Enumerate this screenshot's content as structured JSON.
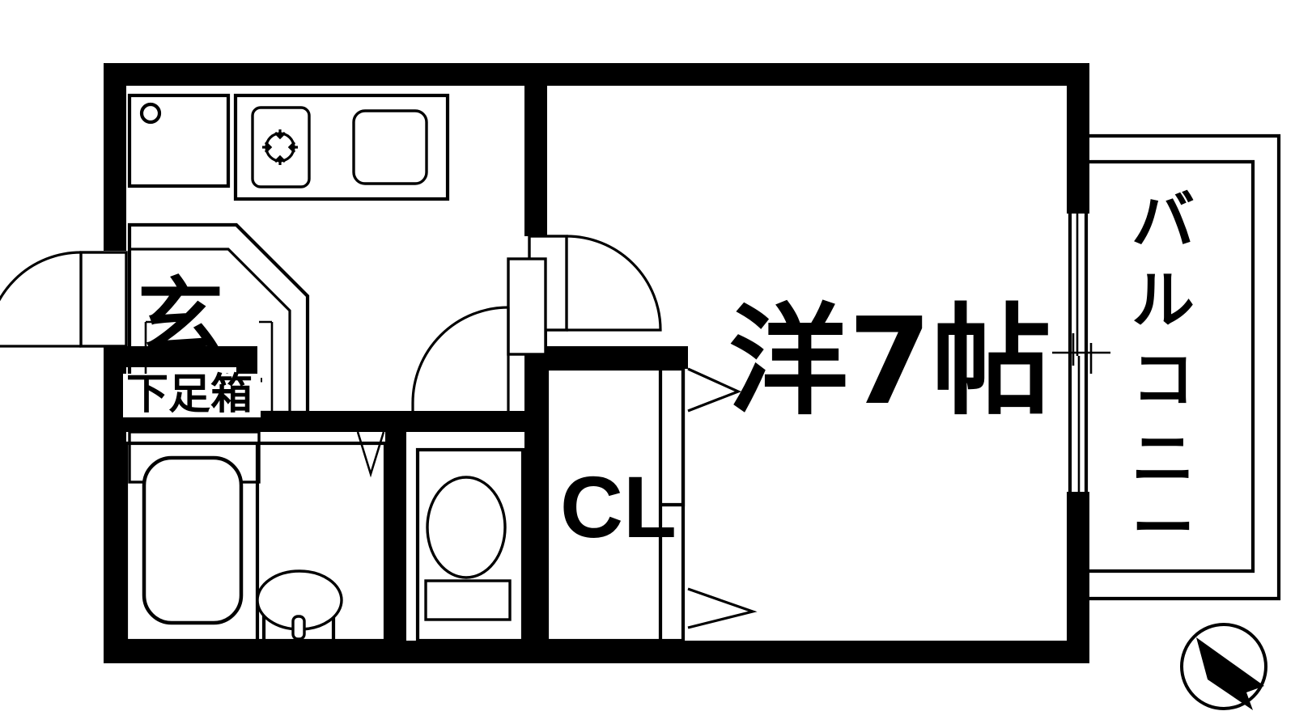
{
  "plan": {
    "title": "Apartment Floor Plan",
    "background_color": "#ffffff",
    "line_color": "#000000",
    "wall_color": "#000000"
  },
  "rooms": {
    "main_room": {
      "label": "洋7帖",
      "name": "western-style-room",
      "size_tatami": 7
    },
    "closet": {
      "label": "CL",
      "name": "closet"
    },
    "entrance": {
      "label": "玄",
      "name": "entrance-genkan"
    },
    "shoe_box": {
      "label": "下足箱",
      "name": "shoe-box"
    },
    "balcony": {
      "label": "バルコニー",
      "name": "balcony",
      "characters": [
        "バ",
        "ル",
        "コ",
        "ニ",
        "ー"
      ]
    }
  },
  "fixtures": {
    "kitchen_sink": "kitchen-sink",
    "stove": "gas-stove-burner",
    "counter": "kitchen-counter",
    "bathtub": "bathtub",
    "washbasin": "washbasin",
    "toilet": "toilet"
  },
  "compass": {
    "name": "north-compass",
    "direction": "north-east"
  }
}
